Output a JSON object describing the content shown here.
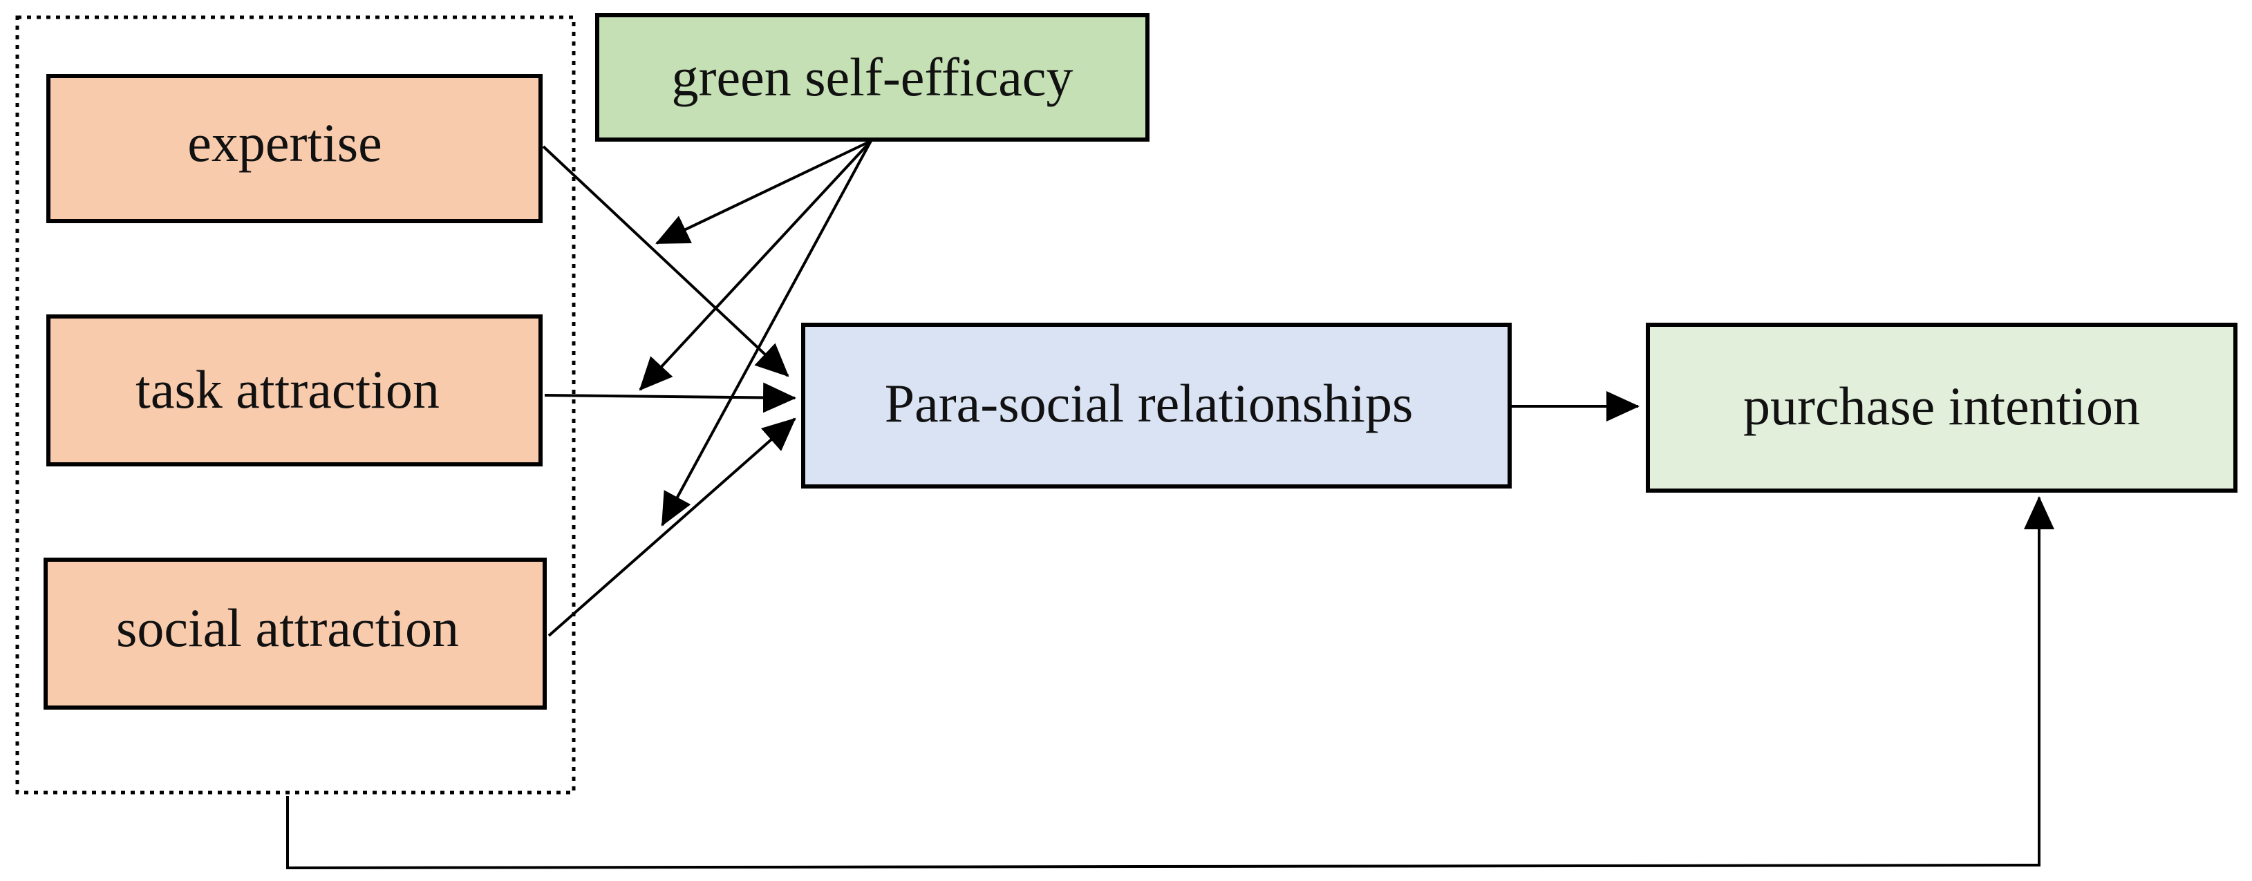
{
  "nodes": {
    "expertise": {
      "label": "expertise"
    },
    "task_attraction": {
      "label": "task attraction"
    },
    "social_attraction": {
      "label": "social attraction"
    },
    "green_self_efficacy": {
      "label": "green self-efficacy"
    },
    "para_social": {
      "label": "Para-social relationships"
    },
    "purchase_intention": {
      "label": "purchase intention"
    }
  },
  "colors": {
    "antecedent_fill": "#f8cbad",
    "moderator_fill": "#c5e0b4",
    "mediator_fill": "#dae3f3",
    "outcome_fill": "#e2efda",
    "stroke": "#000000"
  }
}
